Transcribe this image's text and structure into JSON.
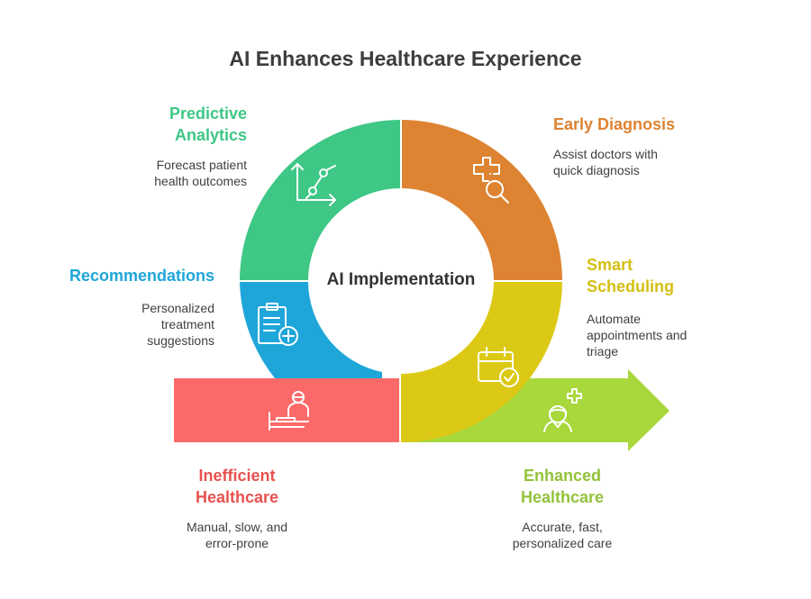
{
  "title": "AI Enhances Healthcare Experience",
  "center_label": "AI Implementation",
  "colors": {
    "predictive": "#3ec785",
    "early": "#dd8332",
    "smart": "#dcc915",
    "recommend": "#1fa6d9",
    "inefficient": "#fb6a68",
    "enhanced": "#a8d83b",
    "inefficient_text": "#e8524f",
    "enhanced_text": "#92c23a",
    "smart_text": "#d4bf12"
  },
  "segments": {
    "predictive": {
      "title_line1": "Predictive",
      "title_line2": "Analytics",
      "desc_line1": "Forecast patient",
      "desc_line2": "health outcomes",
      "icon": "chart-trend-icon"
    },
    "early": {
      "title": "Early Diagnosis",
      "desc_line1": "Assist doctors with",
      "desc_line2": "quick diagnosis",
      "icon": "medical-search-icon"
    },
    "smart": {
      "title_line1": "Smart",
      "title_line2": "Scheduling",
      "desc_line1": "Automate",
      "desc_line2": "appointments and",
      "desc_line3": "triage",
      "icon": "calendar-check-icon"
    },
    "recommend": {
      "title": "Recommendations",
      "desc_line1": "Personalized",
      "desc_line2": "treatment",
      "desc_line3": "suggestions",
      "icon": "clipboard-plus-icon"
    },
    "inefficient": {
      "title_line1": "Inefficient",
      "title_line2": "Healthcare",
      "desc_line1": "Manual, slow, and",
      "desc_line2": "error-prone",
      "icon": "patient-bed-icon"
    },
    "enhanced": {
      "title_line1": "Enhanced",
      "title_line2": "Healthcare",
      "desc_line1": "Accurate, fast,",
      "desc_line2": "personalized care",
      "icon": "nurse-plus-icon"
    }
  }
}
